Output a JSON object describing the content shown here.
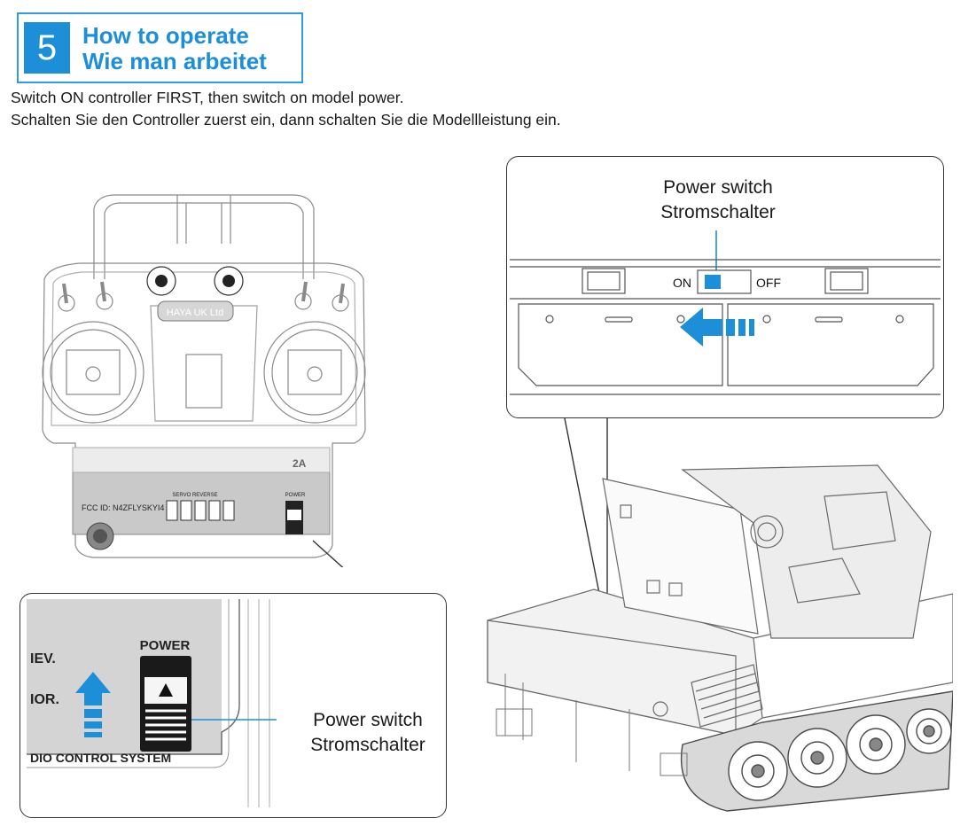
{
  "section": {
    "number": "5",
    "title_en": "How to operate",
    "title_de": "Wie man arbeitet",
    "accent_color": "#1d8fd8"
  },
  "instructions": {
    "line_en": "Switch ON controller FIRST, then switch on model power.",
    "line_de": "Schalten Sie den Controller zuerst ein, dann schalten Sie die Modellleistung ein."
  },
  "controller": {
    "brand_plate": "HAYA UK Ltd",
    "fcc_id": "FCC ID: N4ZFLYSKYI4",
    "servo_reverse": "SERVO REVERSE",
    "model": "2A",
    "power_small": "POWER"
  },
  "controller_zoom": {
    "power_label": "POWER",
    "rev_text": "IEV.",
    "nor_text": "IOR.",
    "bottom_text": "DIO CONTROL SYSTEM",
    "callout_line1": "Power switch",
    "callout_line2": "Stromschalter",
    "arrow_icon": "up-arrow-icon"
  },
  "tank_zoom": {
    "on_label": "ON",
    "off_label": "OFF",
    "callout_line1": "Power switch",
    "callout_line2": "Stromschalter",
    "arrow_icon": "left-arrow-icon"
  }
}
